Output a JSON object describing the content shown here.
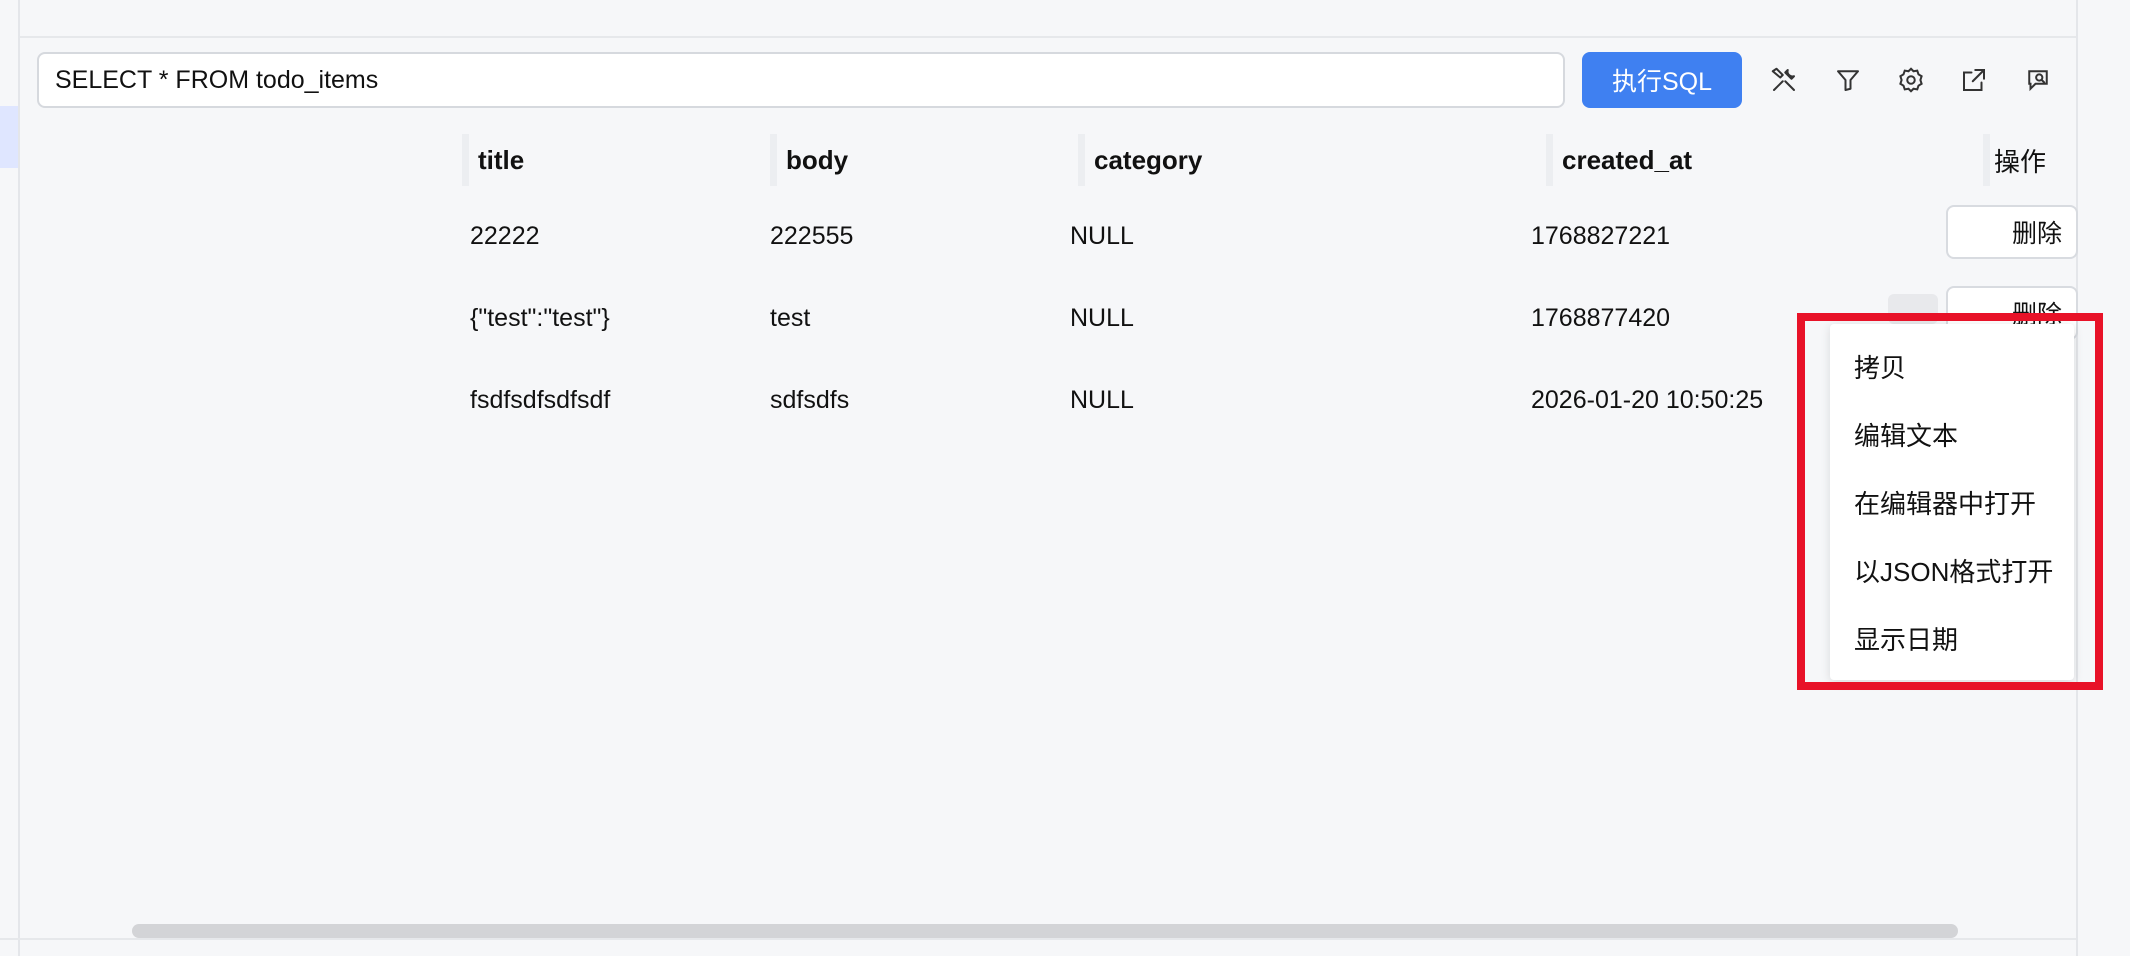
{
  "sql_bar": {
    "query": "SELECT * FROM todo_items",
    "run_label": "执行SQL"
  },
  "toolbar_icons": [
    "tools-icon",
    "filter-icon",
    "gear-icon",
    "external-link-icon",
    "chat-search-icon"
  ],
  "table": {
    "columns": [
      "title",
      "body",
      "category",
      "created_at",
      "操作"
    ],
    "rows": [
      {
        "title": "22222",
        "body": "222555",
        "category": "NULL",
        "created_at": "1768827221",
        "action": "删除"
      },
      {
        "title": "{\"test\":\"test\"}",
        "body": "test",
        "category": "NULL",
        "created_at": "1768877420",
        "action": "删除"
      },
      {
        "title": "fsdfsdfsdfsdf",
        "body": "sdfsdfs",
        "category": "NULL",
        "created_at": "2026-01-20 10:50:25",
        "action": ""
      }
    ]
  },
  "context_menu": {
    "items": [
      "拷贝",
      "编辑文本",
      "在编辑器中打开",
      "以JSON格式打开",
      "显示日期"
    ]
  },
  "colors": {
    "accent": "#3f80f1",
    "highlight": "#e81228",
    "background": "#f6f7f9"
  }
}
